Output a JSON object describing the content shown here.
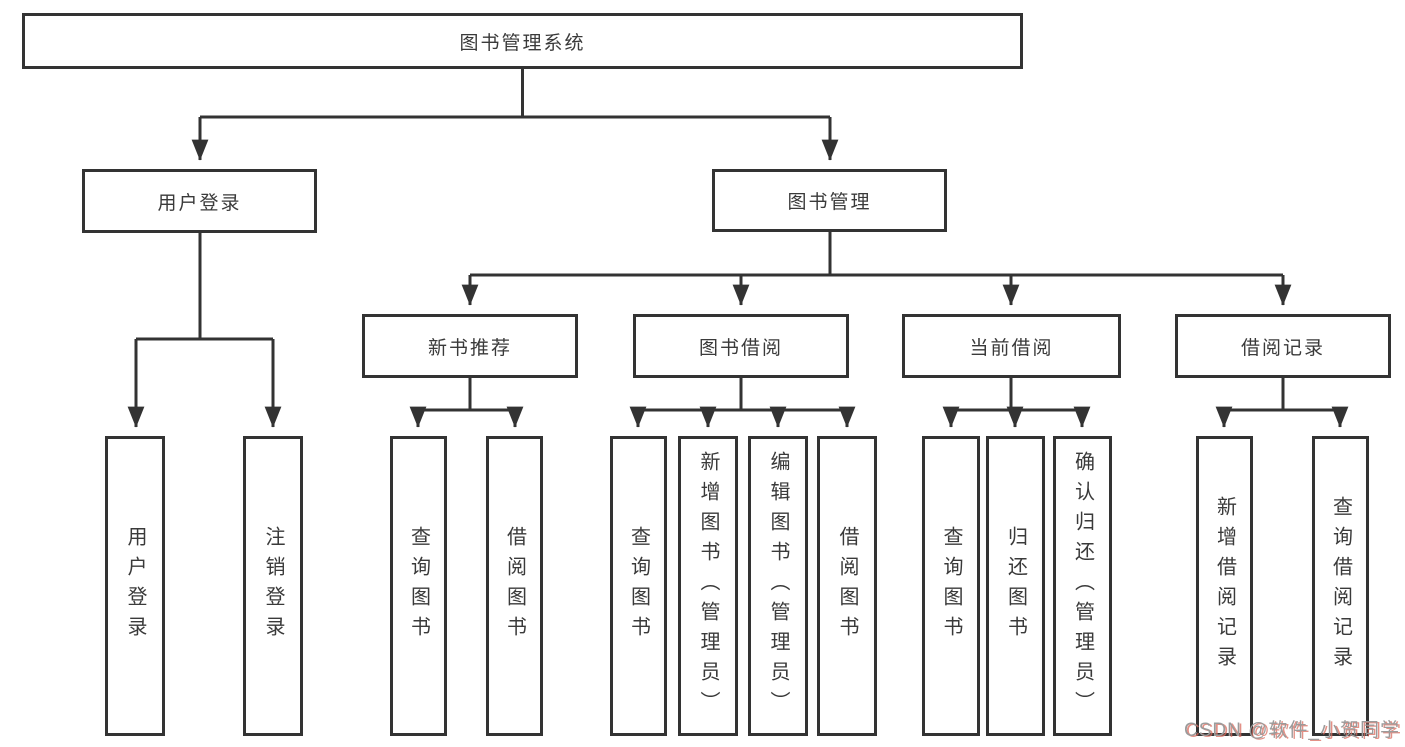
{
  "nodes": {
    "root": "图书管理系统",
    "level1": {
      "user_login": "用户登录",
      "book_management": "图书管理"
    },
    "level2": {
      "new_book_recommend": "新书推荐",
      "book_borrow": "图书借阅",
      "current_borrow": "当前借阅",
      "borrow_records": "借阅记录"
    },
    "leaves": {
      "user_login_children": [
        "用户登录",
        "注销登录"
      ],
      "new_book_children": [
        "查询图书",
        "借阅图书"
      ],
      "book_borrow_children": [
        "查询图书",
        "新增图书（管理员）",
        "编辑图书（管理员）",
        "借阅图书"
      ],
      "current_borrow_children": [
        "查询图书",
        "归还图书",
        "确认归还（管理员）"
      ],
      "borrow_records_children": [
        "新增借阅记录",
        "查询借阅记录"
      ]
    }
  },
  "watermark": "CSDN @软件_小贺同学",
  "colors": {
    "line": "#333333",
    "box_border": "#333333",
    "text": "#3a3a3a",
    "background": "#ffffff",
    "watermark_gray": "#9b9b9b",
    "watermark_red": "#d96c5f"
  }
}
